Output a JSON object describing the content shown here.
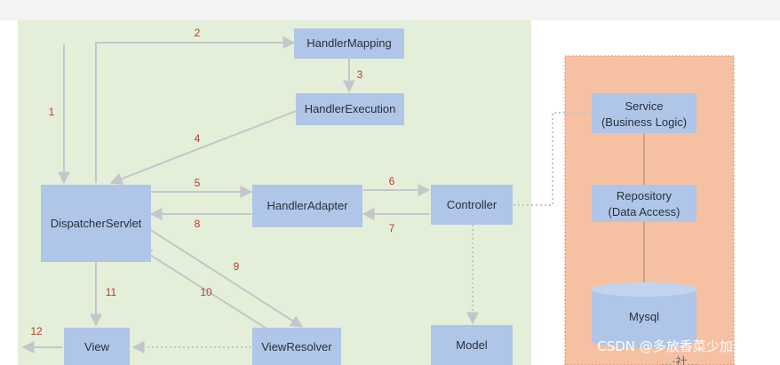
{
  "boxes": {
    "handler_mapping": "HandlerMapping",
    "handler_execution": "HandlerExecution",
    "dispatcher_servlet": "DispatcherServlet",
    "handler_adapter": "HandlerAdapter",
    "controller": "Controller",
    "view": "View",
    "view_resolver": "ViewResolver",
    "model": "Model",
    "service_line1": "Service",
    "service_line2": "(Business Logic)",
    "repository_line1": "Repository",
    "repository_line2": "(Data Access)",
    "mysql": "Mysql"
  },
  "step_numbers": {
    "s1": "1",
    "s2": "2",
    "s3": "3",
    "s4": "4",
    "s5": "5",
    "s6": "6",
    "s7": "7",
    "s8": "8",
    "s9": "9",
    "s10": "10",
    "s11": "11",
    "s12": "12"
  },
  "watermark": {
    "text": "CSDN @多放香菜少加葱",
    "subtext": "...·社..."
  },
  "colors": {
    "left_panel_bg": "#e3efd8",
    "right_panel_bg": "#f5c1a2",
    "box_fill": "#afc6e8",
    "box_text": "#2b2f3a",
    "arrow": "#c4c6cc",
    "step_number": "#c0392b"
  }
}
